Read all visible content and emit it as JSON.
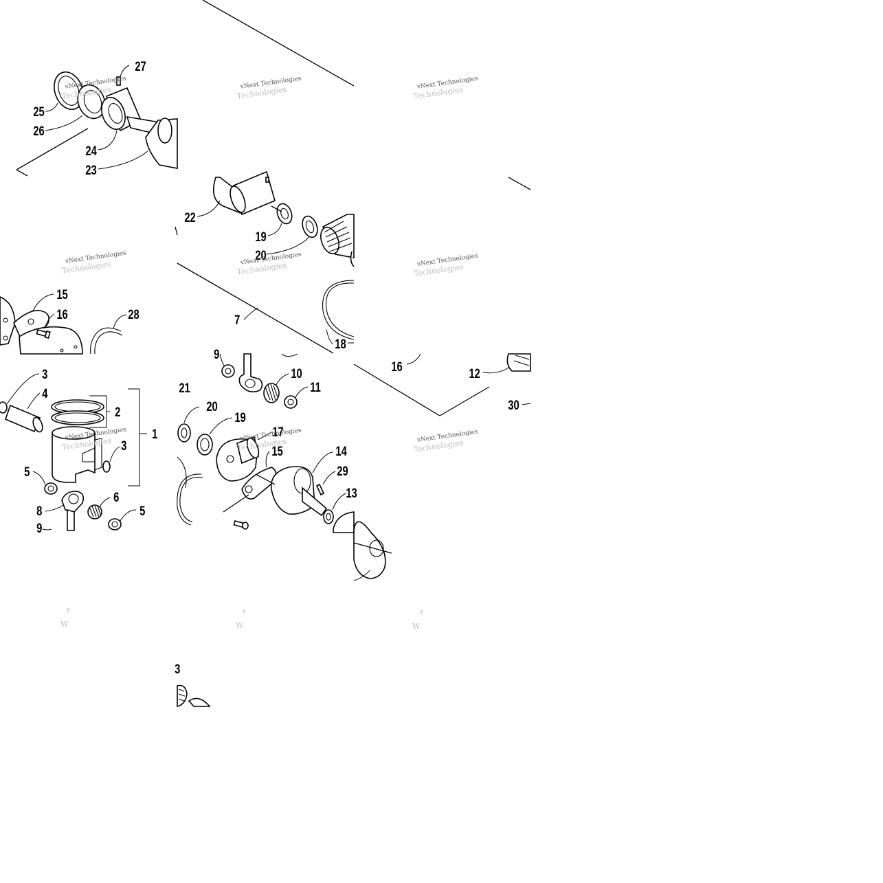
{
  "callouts": [
    {
      "id": "27",
      "text": "27"
    },
    {
      "id": "25",
      "text": "25"
    },
    {
      "id": "26",
      "text": "26"
    },
    {
      "id": "24",
      "text": "24"
    },
    {
      "id": "23",
      "text": "23"
    },
    {
      "id": "22",
      "text": "22"
    },
    {
      "id": "19a",
      "text": "19"
    },
    {
      "id": "20a",
      "text": "20"
    },
    {
      "id": "7",
      "text": "7"
    },
    {
      "id": "18",
      "text": "18"
    },
    {
      "id": "15a",
      "text": "15"
    },
    {
      "id": "16a",
      "text": "16"
    },
    {
      "id": "28",
      "text": "28"
    },
    {
      "id": "16b",
      "text": "16"
    },
    {
      "id": "12",
      "text": "12"
    },
    {
      "id": "30",
      "text": "30"
    },
    {
      "id": "3a",
      "text": "3"
    },
    {
      "id": "4",
      "text": "4"
    },
    {
      "id": "2",
      "text": "2"
    },
    {
      "id": "1",
      "text": "1"
    },
    {
      "id": "3b",
      "text": "3"
    },
    {
      "id": "5a",
      "text": "5"
    },
    {
      "id": "8",
      "text": "8"
    },
    {
      "id": "6",
      "text": "6"
    },
    {
      "id": "5b",
      "text": "5"
    },
    {
      "id": "9a",
      "text": "9"
    },
    {
      "id": "9b",
      "text": "9"
    },
    {
      "id": "10",
      "text": "10"
    },
    {
      "id": "11",
      "text": "11"
    },
    {
      "id": "21",
      "text": "21"
    },
    {
      "id": "20b",
      "text": "20"
    },
    {
      "id": "19b",
      "text": "19"
    },
    {
      "id": "17",
      "text": "17"
    },
    {
      "id": "15b",
      "text": "15"
    },
    {
      "id": "14",
      "text": "14"
    },
    {
      "id": "29",
      "text": "29"
    },
    {
      "id": "13",
      "text": "13"
    },
    {
      "id": "3c",
      "text": "3"
    }
  ],
  "watermark": {
    "line1": "vNext Technologies",
    "line2": "Technologies",
    "fragment": "v",
    "fragment_bottom": "W"
  }
}
